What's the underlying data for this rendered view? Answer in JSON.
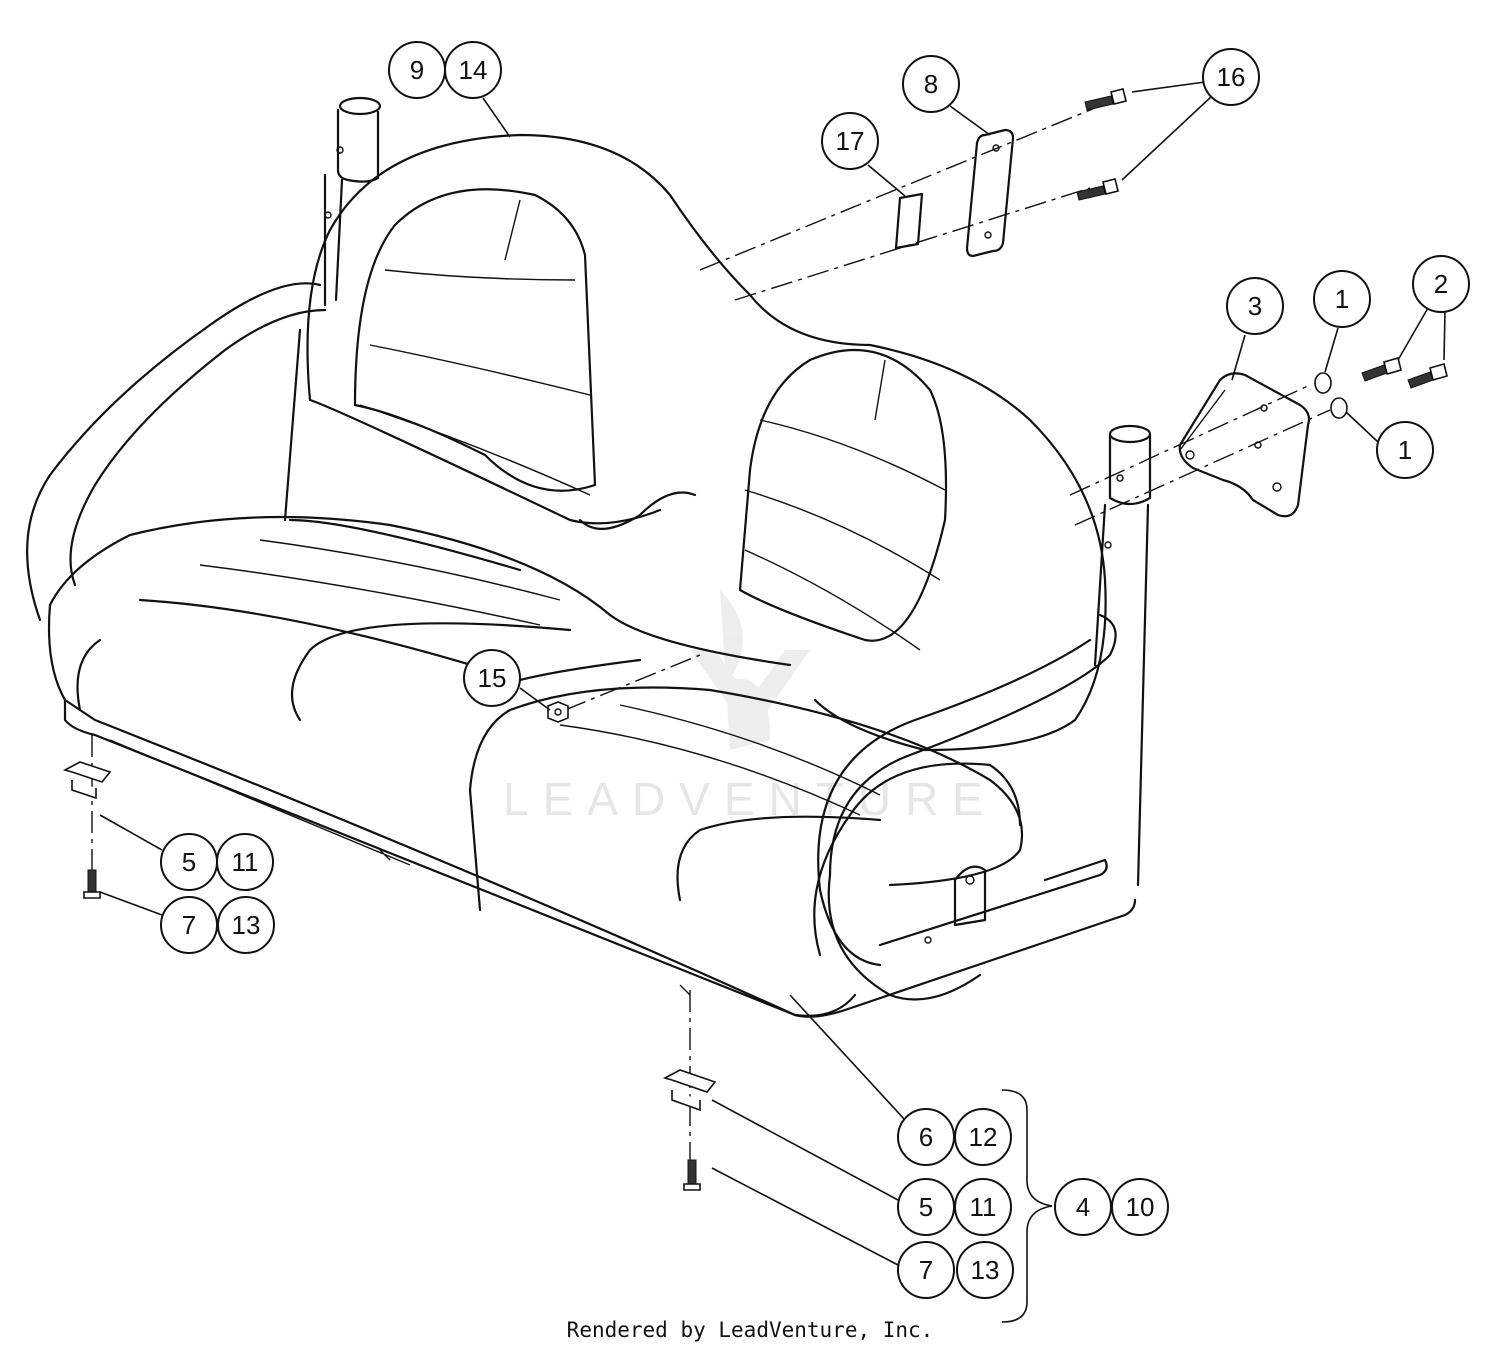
{
  "watermark": "LEADVENTURE",
  "footer": "Rendered by LeadVenture, Inc.",
  "callouts": {
    "c9": "9",
    "c14": "14",
    "c8": "8",
    "c16": "16",
    "c17": "17",
    "c3": "3",
    "c1a": "1",
    "c2": "2",
    "c1b": "1",
    "c15": "15",
    "c5a": "5",
    "c11a": "11",
    "c7a": "7",
    "c13a": "13",
    "c6": "6",
    "c12": "12",
    "c5b": "5",
    "c11b": "11",
    "c7b": "7",
    "c13b": "13",
    "c4": "4",
    "c10": "10"
  }
}
